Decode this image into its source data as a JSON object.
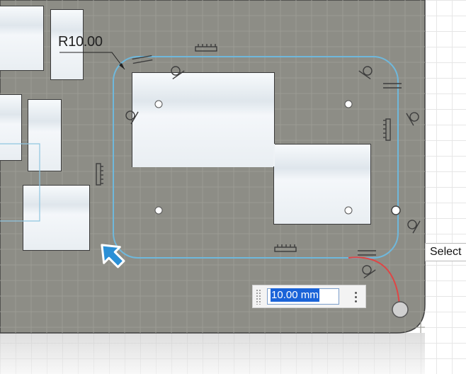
{
  "dimension": {
    "radius_label": "R10.00"
  },
  "tooltip": {
    "text": "Select"
  },
  "value_input": {
    "value": "10.00 mm"
  },
  "colors": {
    "plate": "#8d8d86",
    "sketch_profile": "#6fb8dc",
    "drag_handle": "#e04545",
    "cursor": "#2a8fd6",
    "selection": "#1a63d8"
  },
  "icons": [
    "select-arrow-icon",
    "tangent-constraint-icon",
    "parallel-constraint-icon",
    "horizontal-constraint-icon",
    "vertical-constraint-icon",
    "more-options-icon"
  ]
}
